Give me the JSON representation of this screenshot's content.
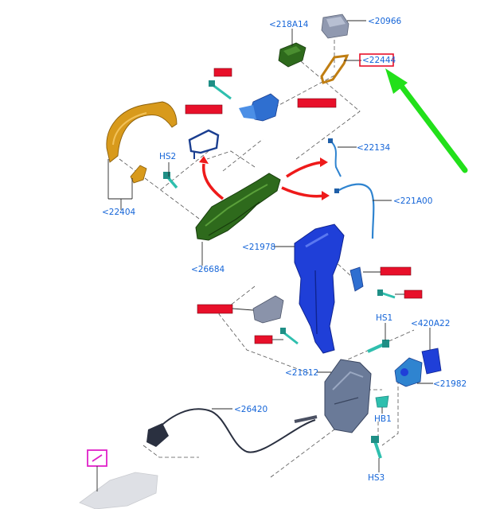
{
  "labels": {
    "p218A14": "<218A14",
    "p20966": "<20966",
    "p22444": "<22444",
    "p22404": "<22404",
    "pHS2": "HS2",
    "p22134": "<22134",
    "p221A00": "<221A00",
    "p26684": "<26684",
    "p21978": "<21978",
    "pHS1": "HS1",
    "p420A22": "<420A22",
    "p21812": "<21812",
    "p21982": "<21982",
    "p26420": "<26420",
    "pHB1": "HB1",
    "pHS3": "HS3"
  },
  "colors": {
    "label_text": "#1565d8",
    "red_box": "#e8102a",
    "callout_arrow": "#ee1a1a",
    "pointer_arrow": "#22e01a",
    "magenta_box": "#e020c8",
    "handle_gold": "#d89a1c",
    "bracket_green": "#2e6a1c",
    "housing_blue": "#1f3fd8",
    "latch_gray": "#6a7a98",
    "bolt_teal": "#2fbfae"
  }
}
